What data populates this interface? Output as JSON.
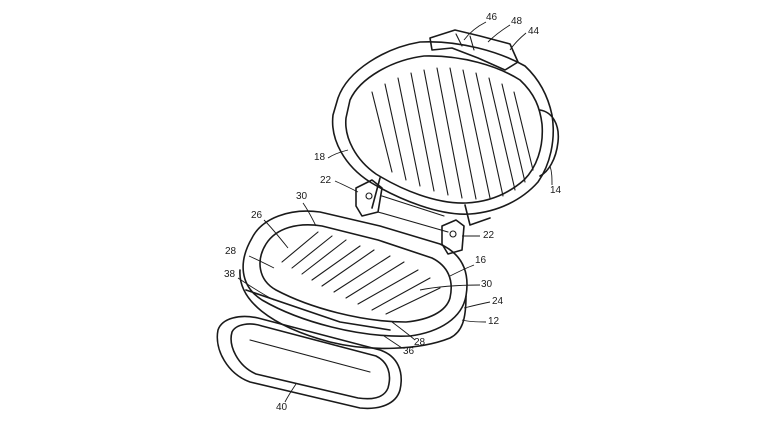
{
  "figure": {
    "ink_color": "#1a1a1a",
    "background": "#ffffff",
    "labels": {
      "l46": "46",
      "l48": "48",
      "l44": "44",
      "l18": "18",
      "l14": "14",
      "l22a": "22",
      "l22b": "22",
      "l30a": "30",
      "l26": "26",
      "l28a": "28",
      "l16": "16",
      "l38": "38",
      "l30b": "30",
      "l24": "24",
      "l12": "12",
      "l28b": "28",
      "l36": "36",
      "l40": "40"
    }
  }
}
